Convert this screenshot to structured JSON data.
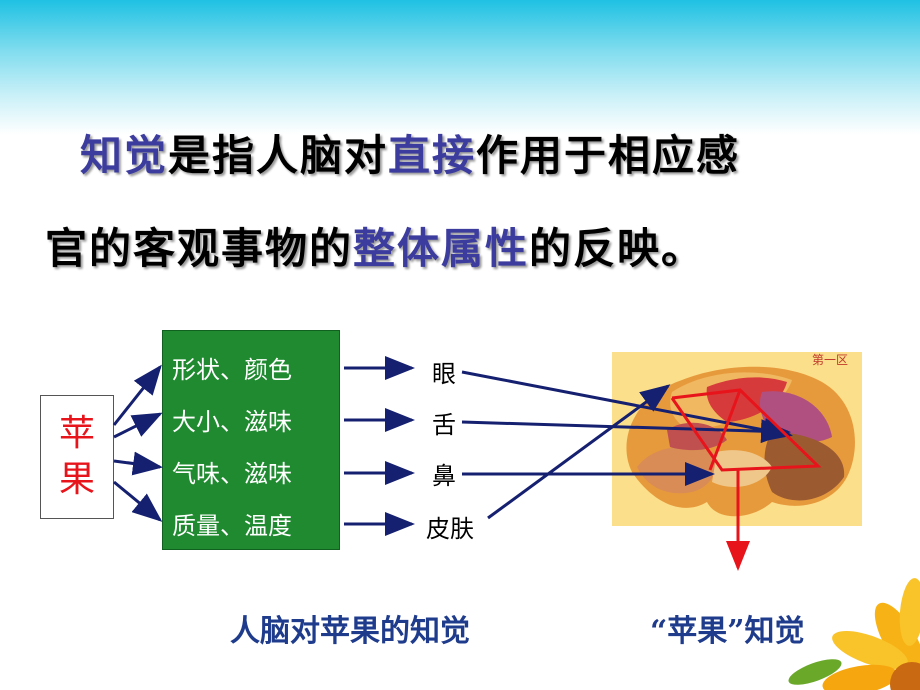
{
  "definition": {
    "line1": [
      {
        "text": "知觉",
        "hl": true
      },
      {
        "text": "是指人脑对",
        "hl": false
      },
      {
        "text": "直接",
        "hl": true
      },
      {
        "text": "作用于相应感",
        "hl": false
      }
    ],
    "line2": [
      {
        "text": "官的客观事物的",
        "hl": false
      },
      {
        "text": "整体属性",
        "hl": true
      },
      {
        "text": "的反映。",
        "hl": false
      }
    ]
  },
  "apple": {
    "char1": "苹",
    "char2": "果"
  },
  "attributes": [
    "形状、颜色",
    "大小、滋味",
    "气味、滋味",
    "质量、温度"
  ],
  "senses": [
    "眼",
    "舌",
    "鼻",
    "皮肤"
  ],
  "brain": {
    "label": "第一区"
  },
  "captions": {
    "left": "人脑对苹果的知觉",
    "right": "“苹果”知觉"
  },
  "colors": {
    "highlight": "#3c3c9e",
    "arrow": "#152070",
    "red_arrow": "#e8141b",
    "green_box": "#1f8a2f"
  }
}
